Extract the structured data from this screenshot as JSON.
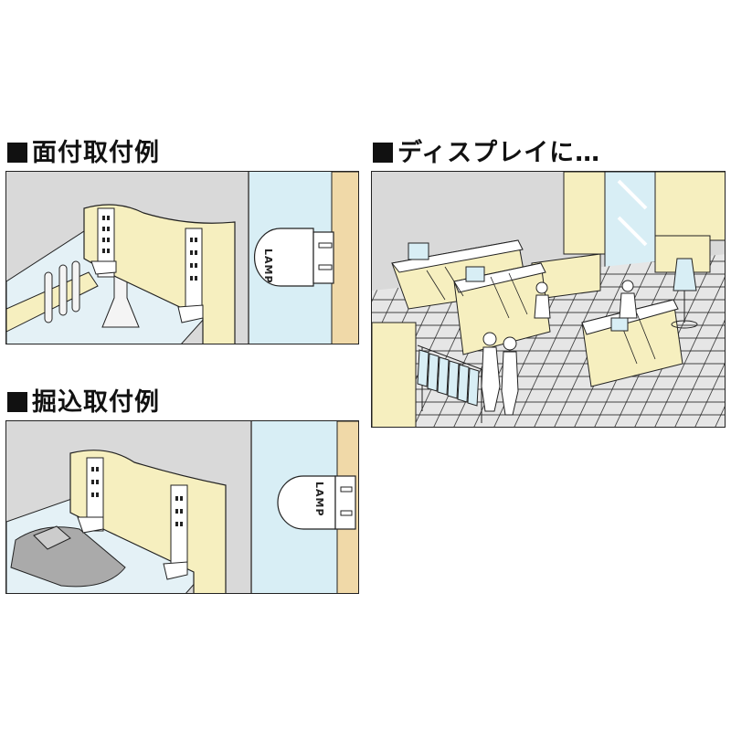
{
  "sections": {
    "surface_mount": {
      "heading": "面付取付例",
      "lamp_label": "LAMP"
    },
    "recessed_mount": {
      "heading": "掘込取付例",
      "lamp_label": "LAMP"
    },
    "display": {
      "heading": "ディスプレイに…"
    }
  },
  "colors": {
    "floor_gray": "#d9d9d9",
    "wall_cream": "#f6efbf",
    "wall_edge": "#e8d6a0",
    "glass_blue": "#d8eef5",
    "wood_tan": "#f0d9a8",
    "line": "#222222"
  }
}
